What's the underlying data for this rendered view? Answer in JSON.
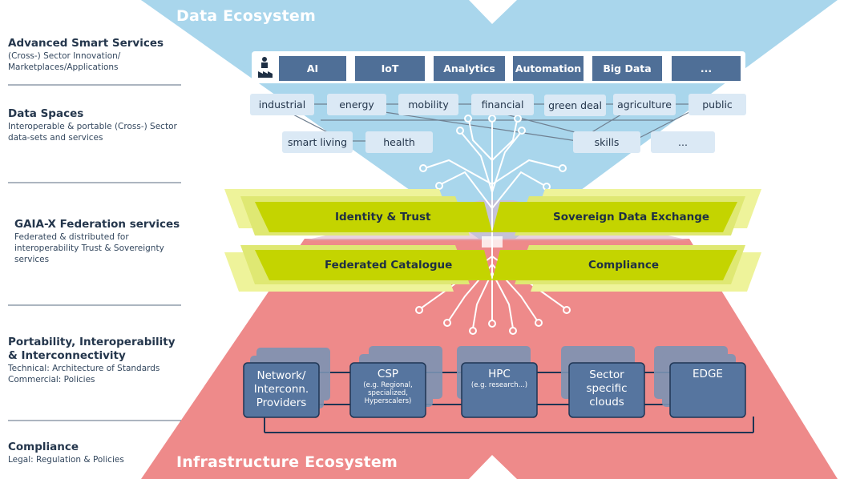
{
  "ecosystem": {
    "data_title": "Data Ecosystem",
    "infra_title": "Infrastructure Ecosystem"
  },
  "layers": [
    {
      "title": "Advanced Smart Services",
      "desc": "(Cross-) Sector Innovation/ Marketplaces/Applications"
    },
    {
      "title": "Data Spaces",
      "desc": "Interoperable & portable (Cross-) Sector data-sets and services"
    },
    {
      "title": "GAIA-X Federation services",
      "desc": "Federated & distributed for interoperability Trust & Sovereignty services"
    },
    {
      "title": "Portability, Interoperability & Interconnectivity",
      "desc": "Technical: Architecture of Standards Commercial: Policies"
    },
    {
      "title": "Compliance",
      "desc": "Legal: Regulation & Policies"
    }
  ],
  "smart_services": [
    "AI",
    "IoT",
    "Analytics",
    "Automation",
    "Big Data",
    "..."
  ],
  "data_spaces_row1": [
    "industrial",
    "energy",
    "mobility",
    "financial",
    "green deal",
    "agriculture",
    "public"
  ],
  "data_spaces_row2": [
    "smart living",
    "health",
    "skills",
    "..."
  ],
  "federation_services": [
    "Identity & Trust",
    "Sovereign Data Exchange",
    "Federated Catalogue",
    "Compliance"
  ],
  "infrastructure": [
    {
      "title": "Network/ Interconn. Providers",
      "sub": ""
    },
    {
      "title": "CSP",
      "sub": "(e.g. Regional, specialized, Hyperscalers)"
    },
    {
      "title": "HPC",
      "sub": "(e.g. research...)"
    },
    {
      "title": "Sector specific clouds",
      "sub": ""
    },
    {
      "title": "EDGE",
      "sub": ""
    }
  ],
  "colors": {
    "data_blue": "#a9d6ec",
    "infra_red": "#ee8a8a",
    "service_box": "#4f6f97",
    "pill": "#dbe9f5",
    "federation_lime": "#c4d400",
    "infra_box": "#56759f"
  },
  "icons": [
    "person-factory-icon"
  ]
}
